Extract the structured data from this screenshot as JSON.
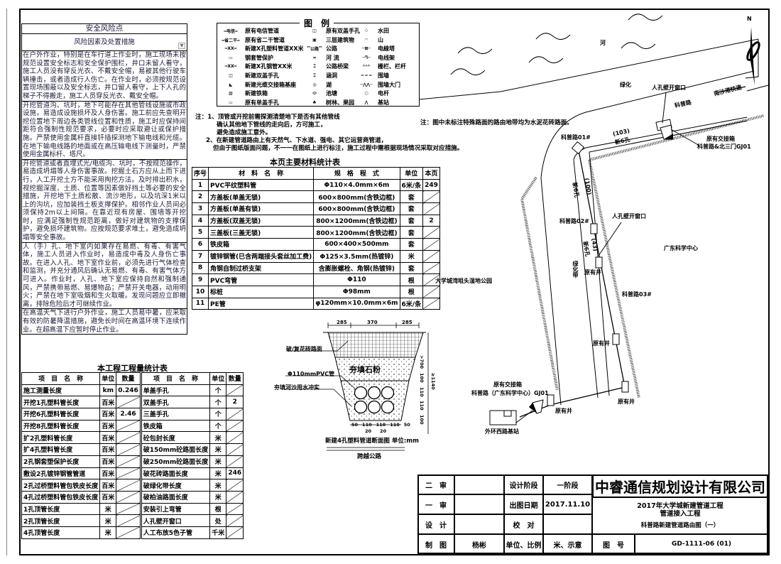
{
  "risk_panel": {
    "title": "安全风险点",
    "subtitle": "风险因素及处置措施",
    "items": [
      "在户外作业，特别是在车行道上作业时，施工现场未按规范设置安全标志和安全保护围栏，井口未留人看守，施工人员没有穿反光衣、不戴安全帽，易被其他行驶车辆撞击，或者造成行人伤亡。在作业时，必须按规范设置现场围蔽以及安全标志，井口留人看守，上下人孔的梯子不得搬走，施工人员穿反光衣、戴安全帽。",
      "开挖管道沟、坑时，地下可能存在其他管线设施或市政设施，易造成设施损坏及人身伤害。施工前应先查明开挖位置地下周边各类管线位置和性质，施工时应保持间距符合强制性规范要求，必要时应采取避让或保护措施。严禁使用金属杆直接钎插探测地下输电线和光缆。在地下输电线路的地面或在高压输电线下测量时，严禁使用金属标杆、塔尺。",
      "开挖管道或者直埋式光/电缆沟、坑时，不按规范操作，易造成坍塌等人身伤害事故。挖掘土石方应从上而下进行，人工开挖土方不能采用掏挖方法。及时排出积水，视挖掘深度、土质、位置等因素做好挡土等必要的安全措施，开挖地下土质松散、流沙地形，以及坑深1米以上的沟坑，应加装挡土板支撑保护。相邻作业人员间必须保持2m以上间隔。在靠近现有房屋、围墙等开挖时，应满足强制性规范距离，做好对建筑物的支撑保护，避免损坏建筑物。应按规范要求堆土，避免造成坍塌等安全事故。",
      "人（手）孔、地下室内如果存在易燃、有毒、有害气体，施工人员进入作业时，易造成中毒及人身伤亡事故。在进入人孔、地下室作业前，必须先进行气体检查和监测，并充分通风后确认无易燃、有毒、有害气体方可进入。作业时，人孔、地下室应保持自然和强制通风，严禁携带易燃、易爆物品；严禁开关电器，动用明火；严禁在地下室吸烟和生火取暖。发现问题应立即撤离，排除危险后才可继续作业。",
      "在高温天气下进行户外作业，施工人员易中暑，应采取有效的防暑降温措施，避免长时间在高温环境下连续作业。在超高温下应暂时停止作业。"
    ]
  },
  "legend": {
    "title": "图　例",
    "col1": [
      "原有电信管道",
      "原有省二干管道",
      "新建X孔塑料管道XX米",
      "钢套管保护",
      "新建X孔钢管XX米",
      "新建双盖手孔",
      "新建光缆交接箱基座",
      "新建铁箱",
      "原有单盖手孔"
    ],
    "col2": [
      "原有双盖手孔",
      "三层建筑物",
      "公路",
      "河 流",
      "公路桥梁",
      "涵洞",
      "湖",
      "池塘",
      "树林、果园"
    ],
    "col3": [
      "水田",
      "山",
      "电線塔",
      "电线架",
      "栅栏、栏杆",
      "围墙",
      "围墙大门",
      "电杆",
      "基站"
    ],
    "col1_symbols": [
      "━电信━",
      "━省二干━",
      "═XX═",
      "▭",
      "═XX═",
      "◫",
      "◣",
      "▨",
      "▭"
    ],
    "col2_symbols": [
      "◫",
      "▣",
      "▔公路▔",
      "≈",
      "⌶",
      "⌶",
      "◎",
      "⬭",
      "♣"
    ],
    "col3_symbols": [
      "⁘",
      "◠",
      "─⊠─",
      "─Ⴄ─",
      "┴┴┴",
      "━ ━ ━",
      "─⋀⋀─",
      "○",
      "⋀"
    ]
  },
  "notes": {
    "left": [
      "注：1、顶管或开挖前需探测清楚地下是否有其他管线",
      "确认其他地下管线的走向后，方可施工，",
      "避免造成施工意外。",
      "2、在新建管道路由上有天然气、下水道、强电、其它运营商管道，",
      "但由于图纸版面问题，不一一在图纸上进行标注，施工过程中需根据现场情况采取对应措施。"
    ],
    "right": "注：图中未标注特殊路面的路由地带均为水泥花砖路面。"
  },
  "materials": {
    "title": "本页主要材料统计表",
    "headers": [
      "序号",
      "材　料　名　称",
      "规　格　程　式",
      "单位",
      "本页"
    ],
    "rows": [
      [
        "1",
        "PVC平纹塑料管",
        "Φ110×4.0mm×6m",
        "6米/条",
        "249"
      ],
      [
        "2",
        "方盖板(单盖无锁)",
        "600×800mm(含铁边框)",
        "套",
        ""
      ],
      [
        "3",
        "方盖板(单盖有锁)",
        "600×800mm(含铁边框)",
        "套",
        ""
      ],
      [
        "4",
        "方盖板(双盖无锁)",
        "800×1200mm(含铁边框)",
        "套",
        "2"
      ],
      [
        "5",
        "三盖板(三盖无锁)",
        "800×1200mm(含铁边框)",
        "套",
        ""
      ],
      [
        "6",
        "铁皮箱",
        "600×400×500mm",
        "套",
        ""
      ],
      [
        "7",
        "镀锌钢管(已含两端接头套丝加工费)",
        "Φ125×3.5mm(热镀锌)",
        "米",
        ""
      ],
      [
        "8",
        "角钢自制过桥支架",
        "含膨胀螺栓、角钢(热镀锌)",
        "套",
        ""
      ],
      [
        "9",
        "PVC弯管",
        "Φ110",
        "根",
        ""
      ],
      [
        "10",
        "标桩",
        "Φ98mm",
        "根",
        ""
      ],
      [
        "11",
        "PE管",
        "φ120mm×10.0mm×6m",
        "6米/条",
        ""
      ]
    ]
  },
  "quantities": {
    "title": "本工程工程量统计表",
    "headers": [
      "项　目　名　称",
      "单位",
      "数量",
      "项　目　名　称",
      "单位",
      "数量"
    ],
    "rows": [
      [
        "施工测量长度",
        "km",
        "0.246",
        "单盖手孔",
        "个",
        ""
      ],
      [
        "开挖1孔塑料管长度",
        "百米",
        "",
        "双盖手孔",
        "个",
        "2"
      ],
      [
        "开挖6孔塑料管长度",
        "百米",
        "2.46",
        "三盖手孔",
        "个",
        ""
      ],
      [
        "开挖8孔塑料管长度",
        "百米",
        "",
        "铁皮箱",
        "个",
        ""
      ],
      [
        "扩2孔塑料管长度",
        "百米",
        "",
        "砼包封长度",
        "米",
        ""
      ],
      [
        "扩4孔塑料管长度",
        "百米",
        "",
        "破150mm砼路面长度",
        "米",
        ""
      ],
      [
        "2孔钢套塑保护长度",
        "百米",
        "",
        "破250mm砼路面长度",
        "米",
        ""
      ],
      [
        "敷设2孔镀锌钢管管道",
        "百米",
        "",
        "破花砖路面长度",
        "米",
        "246"
      ],
      [
        "2孔过桥塑料管包铁皮长度",
        "百米",
        "",
        "破绿化带长度",
        "米",
        ""
      ],
      [
        "4孔过桥塑料管包铁皮长度",
        "百米",
        "",
        "破柏油路面长度",
        "米",
        ""
      ],
      [
        "1孔顶管长度",
        "米",
        "",
        "安装引上弯管",
        "根",
        ""
      ],
      [
        "2孔顶管长度",
        "米",
        "",
        "人孔壁开窗口",
        "处",
        ""
      ],
      [
        "4孔顶管长度",
        "米",
        "",
        "人工布放5色子管",
        "千米",
        ""
      ]
    ]
  },
  "section": {
    "dims_top": [
      "285",
      "370",
      "285"
    ],
    "dims_bottom": [
      "50",
      "110",
      "110",
      "110",
      "50"
    ],
    "dims_gap": [
      "20",
      "20"
    ],
    "dims_right": [
      ">700",
      "100",
      "110",
      "110",
      "100",
      "≥1140"
    ],
    "labels": {
      "paving": "破/复花砖路面",
      "fill_stone": "夯填石粉",
      "pipe": "Φ110mmPVC管",
      "sand": "夯填河沙用水冲实"
    },
    "caption": "新建4孔塑料管道断面图 单位:mm",
    "subcaption": "跨越公路"
  },
  "map": {
    "north": "N",
    "river": "河",
    "green": "绿化",
    "road": "科普路",
    "expressway": "南沙港快速",
    "manhole_window_1": "人孔壁开窗口",
    "manhole_window_2": "人孔壁开窗口",
    "cabinet_1_title": "原有交接箱",
    "cabinet_1_id": "科普路&北三门GJ01",
    "cabinet_2_title": "原有交接箱",
    "cabinet_2_id": "科普路（广东科学中心）GJ01",
    "well_01": "科普路01#",
    "well_02": "科普路02#",
    "well_03": "科普路03#",
    "seg_1_len": "(103)",
    "seg_1_type": "新6孔",
    "seg_2_len": "(100)",
    "seg_2_type": "新6孔",
    "seg_3_len": "(43)",
    "seg_3_type": "新6孔",
    "green_belt": "绿化带",
    "existing_well_1": "原有井",
    "existing_well_2": "原有井",
    "existing_well_3": "原有井",
    "existing_well_4": "原有井",
    "science_center": "广东科学中心",
    "park": "大学城湾咀头湿地公园",
    "base_station": "外环西路基站"
  },
  "title_block": {
    "review2_label": "二　审",
    "review2_value": "",
    "review1_label": "一　审",
    "review1_value": "",
    "design_label": "设　计",
    "design_value": "",
    "draw_label": "制　图",
    "draw_value": "杨彬",
    "stage_label": "设计阶段",
    "stage_value": "一阶段",
    "date_label": "出图日期",
    "date_value": "2017.11.10",
    "check_label": "校　对",
    "check_value": "",
    "scale_label": "单位、比例",
    "scale_value": "米、示意",
    "company": "中睿通信规划设计有限公司",
    "project_line1": "2017年大学城新建管道工程",
    "project_line2": "管道接入工程",
    "drawing_title": "科普路新建管道路由图（一）",
    "drawing_no_label": "图　号",
    "drawing_no": "GD-1111-06 (01)"
  }
}
